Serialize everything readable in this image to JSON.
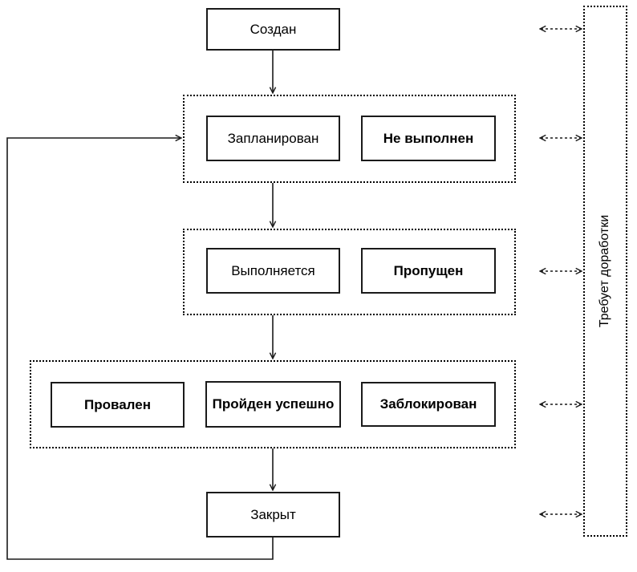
{
  "diagram": {
    "background": "#ffffff",
    "line_color": "#000000",
    "nodes": {
      "created": "Создан",
      "planned": "Запланирован",
      "not_executed": "Не выполнен",
      "in_progress": "Выполняется",
      "skipped": "Пропущен",
      "failed": "Провален",
      "passed": "Пройден успешно",
      "blocked": "Заблокирован",
      "closed": "Закрыт"
    },
    "side_panel_label": "Требует доработки",
    "groups": [
      {
        "id": "group-planned",
        "members": [
          "planned",
          "not_executed"
        ]
      },
      {
        "id": "group-executing",
        "members": [
          "in_progress",
          "skipped"
        ]
      },
      {
        "id": "group-result",
        "members": [
          "failed",
          "passed",
          "blocked"
        ]
      }
    ],
    "edges": [
      {
        "from": "created",
        "to": "group-planned",
        "style": "solid-arrow"
      },
      {
        "from": "group-planned",
        "to": "group-executing",
        "style": "solid-arrow"
      },
      {
        "from": "group-executing",
        "to": "group-result",
        "style": "solid-arrow"
      },
      {
        "from": "group-result",
        "to": "closed",
        "style": "solid-arrow"
      },
      {
        "from": "closed",
        "to": "group-planned",
        "style": "solid-arrow-loop-left"
      },
      {
        "from": "created",
        "to": "rework-panel",
        "style": "dashed-double-arrow"
      },
      {
        "from": "group-planned",
        "to": "rework-panel",
        "style": "dashed-double-arrow"
      },
      {
        "from": "group-executing",
        "to": "rework-panel",
        "style": "dashed-double-arrow"
      },
      {
        "from": "group-result",
        "to": "rework-panel",
        "style": "dashed-double-arrow"
      },
      {
        "from": "closed",
        "to": "rework-panel",
        "style": "dashed-double-arrow"
      }
    ]
  }
}
